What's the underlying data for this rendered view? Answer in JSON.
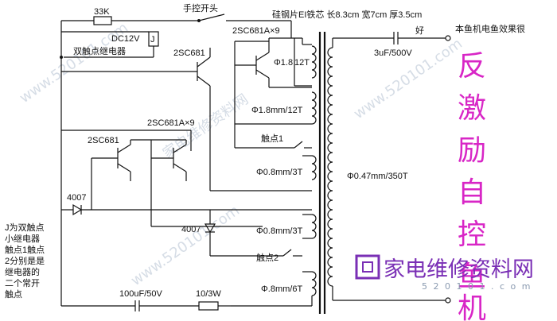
{
  "labels": {
    "resistor_33k": "33K",
    "switch_label": "手控开头",
    "core_spec": "硅钢片EI铁芯 长8.3cm 宽7cm 厚3.5cm",
    "mode_note": "本鱼机电鱼效果很",
    "relay_spec": "DC12V",
    "relay_j": "J",
    "relay_name": "双触点继电器",
    "t1": "2SC681",
    "array_top": "2SC681A×9",
    "w1": "Φ1.8",
    "w1_turns": "12T",
    "w2": "Φ1.8mm/12T",
    "array_mid": "2SC681A×9",
    "t2": "2SC681",
    "contact1": "触点1",
    "w3": "Φ0.8mm/3T",
    "d1": "4007",
    "d2": "4007",
    "w4": "Φ0.8mm/3T",
    "contact2": "触点2",
    "w5": "Φ.8mm/6T",
    "cap_out": "3uF/500V",
    "good": "好",
    "secondary": "Φ0.47mm/350T",
    "cap_in": "100uF/50V",
    "res_in": "10/3W"
  },
  "note": [
    "J为双触点",
    "小继电器",
    "触点1触点",
    "2分别是是",
    "继电器的",
    "二个常开",
    "触点"
  ],
  "title_chars": [
    "反",
    "激",
    "励",
    "自",
    "控",
    "鱼",
    "机"
  ],
  "watermark": {
    "brand": "家电维修资料网",
    "url": "5 2 0 1 0 1 . c o m",
    "faint_1": "家电维修资料网",
    "faint_2": "www.520101.com"
  },
  "colors": {
    "title": "#d826c6",
    "watermark": "#7a2fb5",
    "ink": "#111111"
  }
}
